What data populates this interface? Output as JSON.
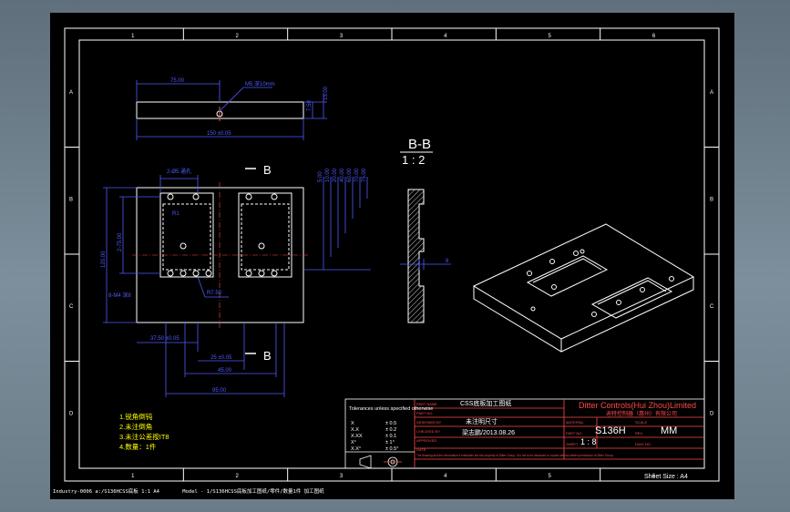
{
  "colors": {
    "page_bg": "#6e808d",
    "sheet_bg": "#000000",
    "frame": "#ffffff",
    "dimension": "#4f5bff",
    "geometry": "#ffffff",
    "title_block": "#ff4a4a",
    "centerline": "#ff4a4a",
    "note": "#ffff00"
  },
  "zones": {
    "columns": [
      "1",
      "2",
      "3",
      "4",
      "5",
      "6"
    ],
    "rows": [
      "A",
      "B",
      "C",
      "D"
    ]
  },
  "section_view": {
    "label": "B-B",
    "scale": "1 : 2",
    "cut_marker": "B",
    "depth_dim": "8"
  },
  "top_view": {
    "dims": {
      "len_75": "75.00",
      "overall_150": "150 ±0.05",
      "hole_note": "M5 深10mm",
      "height_75": "7.50",
      "thick_15": "15.00"
    }
  },
  "plan_view": {
    "dims": {
      "top_hole": "2-Ø5 通孔",
      "radius": "R1",
      "pitch_left": "2-75.00",
      "height_120": "120.00",
      "side_note": "8-M4 深8",
      "radius_2": "R7.50",
      "bottom_75": "37.50 ±0.05",
      "b_25": "25 ±0.05",
      "b_45": "45.00",
      "b_95": "95.00",
      "stack": [
        "5.00",
        "10.00",
        "20.00",
        "40.00",
        "60.00",
        "70.00",
        "75.00"
      ]
    }
  },
  "title_block": {
    "company": "Ditter Controls(Hui Zhou)Limited",
    "company_cn": "迪特控制器（惠州）有限公司",
    "part_no": "S136H",
    "unit": "MM",
    "scale_value": "1 : 8",
    "drawing_name": "CSS底板加工图纸",
    "design_name": "未注明尺寸",
    "date": "梁志鹏/2013.08.26",
    "labels": [
      "PART NAME",
      "PART NO.",
      "DESIGNED BY",
      "CHECKED BY",
      "APPROVED",
      "DATE"
    ],
    "right_labels": [
      "MATERIAL",
      "SCALE",
      "PART NO.",
      "REV",
      "SHEET",
      "DWG NO"
    ],
    "legal": "The drawing and the information it embodies are the property of Ditter Group. It is not to be disclosed or copied without written permission of Ditter Group.",
    "sheet_size": "Sheet Size : A4"
  },
  "tolerance": {
    "title": "Tolerances unless specified otherwise",
    "rows": [
      {
        "spec": "X",
        "value": "± 0.5"
      },
      {
        "spec": "X.X",
        "value": "± 0.2"
      },
      {
        "spec": "X.XX",
        "value": "± 0.1"
      },
      {
        "spec": "X°",
        "value": "± 1°"
      },
      {
        "spec": "X.X°",
        "value": "± 0.5°"
      }
    ]
  },
  "notes": {
    "lines": [
      "1.锐角倒钝",
      "2.未注倒角",
      "3.未注公差按IT8",
      "4.数量：1件"
    ]
  },
  "status_bar": {
    "left": "Industry-0006 a:/S136HCSS底板 1:1 A4",
    "right": "Model - 1/S136HCSS底板加工图纸/零件/数量1件 加工图纸"
  }
}
